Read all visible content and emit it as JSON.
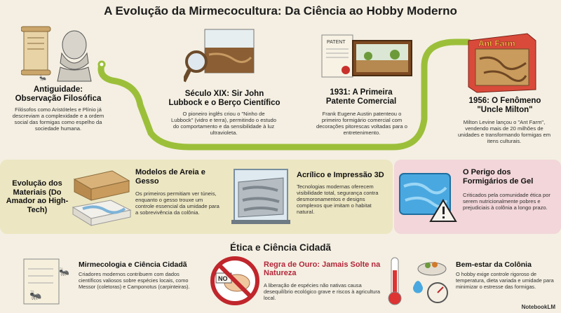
{
  "title": "A Evolução da Mirmecocultura: Da Ciência ao Hobby Moderno",
  "timeline": [
    {
      "title": "Antiguidade: Observação Filosófica",
      "text": "Filósofos como Aristóteles e Plínio já descreviam a complexidade e a ordem social das formigas como espelho da sociedade humana."
    },
    {
      "title": "Século XIX: Sir John Lubbock e o Berço Científico",
      "text": "O pioneiro inglês criou o \"Ninho de Lubbock\" (vidro e terra), permitindo o estudo do comportamento e da sensibilidade à luz ultravioleta."
    },
    {
      "title": "1931: A Primeira Patente Comercial",
      "text": "Frank Eugene Austin patenteou o primeiro formigário comercial com decorações pitorescas voltadas para o entretenimento."
    },
    {
      "title": "1956: O Fenômeno \"Uncle Milton\"",
      "text": "Milton Levine lançou o \"Ant Farm\", vendendo mais de 20 milhões de unidades e transformando formigas em itens culturais."
    }
  ],
  "images": {
    "patent_label": "PATENT",
    "ant_farm_label": "Ant Farm",
    "no_label": "NO"
  },
  "materials": {
    "heading": "Evolução dos Materiais (Do Amador ao High-Tech)",
    "items": [
      {
        "title": "Modelos de Areia e Gesso",
        "text": "Os primeiros permitiam ver túneis, enquanto o gesso trouxe um controle essencial da umidade para a sobrevivência da colônia."
      },
      {
        "title": "Acrílico e Impressão 3D",
        "text": "Tecnologias modernas oferecem visibilidade total, segurança contra desmoronamentos e designs complexos que imitam o habitat natural."
      }
    ],
    "danger": {
      "title": "O Perigo dos Formigários de Gel",
      "text": "Criticados pela comunidade ética por serem nutricionalmente pobres e prejudiciais à colônia a longo prazo."
    }
  },
  "ethics": {
    "heading": "Ética e Ciência Cidadã",
    "items": [
      {
        "title": "Mirmecologia e Ciência Cidadã",
        "text": "Criadores modernos contribuem com dados científicos valiosos sobre espécies locais, como Messor (coletoras) e Camponotus (carpinteiras)."
      },
      {
        "title": "Regra de Ouro: Jamais Solte na Natureza",
        "text": "A liberação de espécies não nativas causa desequilíbrio ecológico grave e riscos à agricultura local."
      },
      {
        "title": "Bem-estar da Colônia",
        "text": "O hobby exige controle rigoroso de temperatura, dieta variada e umidade para minimizar o estresse das formigas."
      }
    ]
  },
  "footer": "NotebookLM",
  "colors": {
    "path_green": "#9cbf3a",
    "materials_bg": "#ece6c2",
    "danger_bg": "#f2d6d9",
    "rule_red": "#b3263a"
  }
}
